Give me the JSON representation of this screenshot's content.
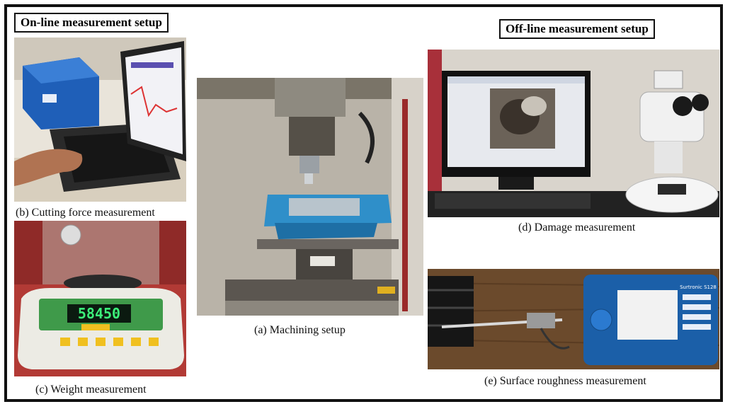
{
  "headers": {
    "online": "On-line measurement setup",
    "offline": "Off-line measurement setup"
  },
  "captions": {
    "a": "(a) Machining setup",
    "b": "(b) Cutting force measurement",
    "c": "(c) Weight measurement",
    "d": "(d) Damage measurement",
    "e": "(e) Surface roughness measurement"
  },
  "scale_display": "58450",
  "roughness_device_label": "Surtronic S128",
  "colors": {
    "frame": "#111111",
    "vise_blue": "#2f8fc9",
    "amplifier_blue": "#1f5fb8",
    "scale_green": "#3f9a4a",
    "lcd_green": "#3cf07a",
    "instrument_blue": "#1b5fa8"
  }
}
